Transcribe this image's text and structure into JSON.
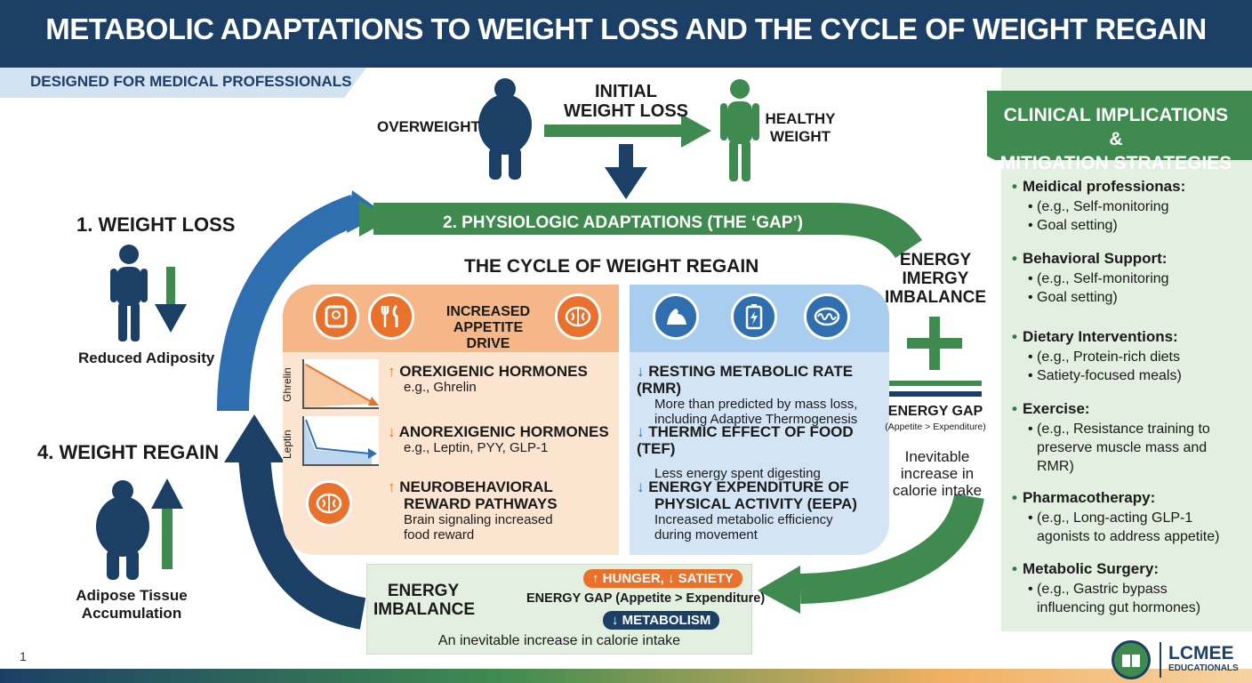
{
  "header": {
    "title": "METABOLIC ADAPTATIONS TO WEIGHT LOSS AND THE CYCLE OF WEIGHT REGAIN",
    "subtitle": "DESIGNED FOR MEDICAL PROFESSIONALS"
  },
  "top_flow": {
    "overweight": "OVERWEIGHT",
    "initial_loss": [
      "INITIAL",
      "WEIGHT LOSS"
    ],
    "healthy": [
      "HEALTHY",
      "WEIGHT"
    ]
  },
  "stages": {
    "weight_loss": "1. WEIGHT LOSS",
    "reduced_adiposity": "Reduced Adiposity",
    "physiologic": "2. PHYSIOLOGIC ADAPTATIONS (THE ‘GAP’)",
    "weight_regain": "4. WEIGHT REGAIN",
    "adipose": [
      "Adipose Tissue",
      "Accumulation"
    ]
  },
  "cycle_title": "THE CYCLE OF WEIGHT REGAIN",
  "orange": {
    "header": [
      "INCREASED",
      "APPETITE DRIVE"
    ],
    "ghrelin_label": "Ghrelin",
    "leptin_label": "Leptin",
    "rows": [
      {
        "arrow": "↑",
        "head": "OREXIGENIC HORMONES",
        "sub": [
          "e.g., Ghrelin"
        ]
      },
      {
        "arrow": "↓",
        "head": "ANOREXIGENIC HORMONES",
        "sub": [
          "e.g., Leptin, PYY, GLP-1"
        ]
      },
      {
        "arrow": "↑",
        "head": "NEUROBEHAVIORAL",
        "head2": "REWARD PATHWAYS",
        "sub": [
          "Brain signaling increased",
          "food reward"
        ]
      }
    ]
  },
  "blue": {
    "rows": [
      {
        "arrow": "↓",
        "head": "RESTING METABOLIC RATE (RMR)",
        "sub": [
          "More than predicted by mass loss,",
          "including Adaptive Thermogenesis"
        ]
      },
      {
        "arrow": "↓",
        "head": "THERMIC EFFECT OF FOOD (TEF)",
        "sub": [
          "Less energy spent digesting"
        ]
      },
      {
        "arrow": "↓",
        "head": "ENERGY EXPENDITURE OF",
        "head2": "PHYSICAL ACTIVITY (EEPA)",
        "sub": [
          "Increased metabolic efficiency",
          "during movement"
        ]
      }
    ]
  },
  "energy_right": {
    "title": [
      "ENERGY",
      "IMERGY",
      "IMBALANCE"
    ],
    "gap": "ENERGY GAP",
    "gap_sub": "(Appetite > Expenditure)",
    "inevitable": [
      "Inevitable",
      "increase in",
      "calorie intake"
    ]
  },
  "bottom": {
    "title": [
      "ENERGY",
      "IMBALANCE"
    ],
    "hunger": "↑ HUNGER, ↓ SATIETY",
    "gap": "ENERGY GAP (Appetite > Expenditure)",
    "metabolism": "↓ METABOLISM",
    "note": "An inevitable increase in calorie intake"
  },
  "side": {
    "title": [
      "CLINICAL IMPLICATIONS &",
      "MITIGATION STRATEGIES"
    ],
    "sections": [
      {
        "head": "Meidical professionas:",
        "items": [
          "• (e.g., Self-monitoring",
          "• Goal setting)"
        ]
      },
      {
        "head": "Behavioral Support:",
        "items": [
          "• (e.g., Self-monitoring",
          "• Goal setting)"
        ]
      },
      {
        "head": "Dietary Interventions:",
        "items": [
          "• (e.g., Protein-rich diets",
          "• Satiety-focused meals)"
        ]
      },
      {
        "head": "Exercise:",
        "items": [
          "• (e.g., Resistance training to",
          "preserve muscle mass and",
          "RMR)"
        ]
      },
      {
        "head": "Pharmacotherapy:",
        "items": [
          "• (e.g., Long-acting GLP-1",
          "agonists to address appetite)"
        ]
      },
      {
        "head": "Metabolic Surgery:",
        "items": [
          "• (e.g., Gastric bypass",
          "influencing gut hormones)"
        ]
      }
    ]
  },
  "footer": {
    "page": "1",
    "brand": "LCMEE",
    "brand_sub": "EDUCATIONALS"
  },
  "colors": {
    "navy": "#1c3f66",
    "green": "#3f8b4f",
    "blue": "#2f6fb0",
    "orange": "#e8722c"
  }
}
